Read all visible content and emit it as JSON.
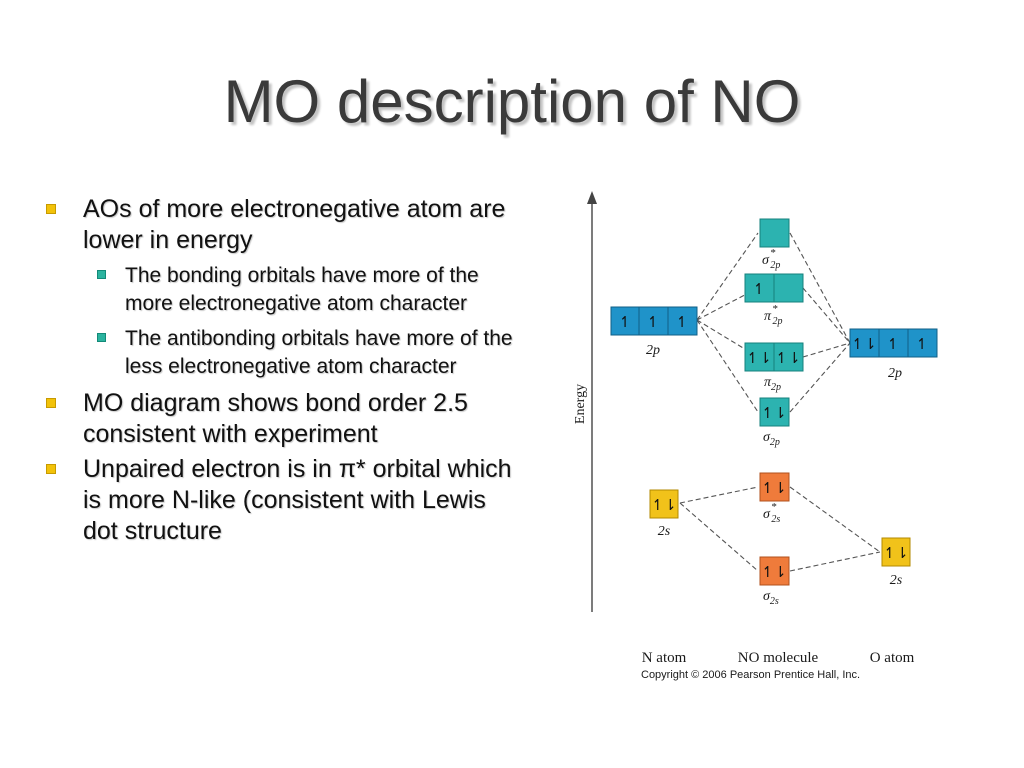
{
  "title": "MO description of NO",
  "bullets": [
    {
      "text": "AOs of more electronegative atom are lower in energy",
      "sub": [
        "The bonding orbitals have more of the more electronegative atom character",
        "The antibonding orbitals have more of the less electronegative atom character"
      ]
    },
    {
      "text": "MO diagram shows bond order 2.5 consistent with experiment",
      "sub": []
    },
    {
      "text": "Unpaired electron is in π* orbital which is more N-like (consistent with Lewis dot structure",
      "sub": []
    }
  ],
  "diagram": {
    "axis_label": "Energy",
    "n_2p": {
      "label": "2p",
      "occupancy": [
        "↿",
        "↿",
        "↿"
      ]
    },
    "o_2p": {
      "label": "2p",
      "occupancy": [
        "↿⇂",
        "↿",
        "↿"
      ]
    },
    "n_2s": {
      "label": "2s",
      "occupancy": "↿⇂"
    },
    "o_2s": {
      "label": "2s",
      "occupancy": "↿⇂"
    },
    "sigma_star_2p": {
      "label": "σ",
      "sub": "2p",
      "star": "*",
      "occupancy": ""
    },
    "pi_star_2p": {
      "label": "π",
      "sub": "2p",
      "star": "*",
      "occupancy": [
        "↿",
        ""
      ]
    },
    "pi_2p": {
      "label": "π",
      "sub": "2p",
      "occupancy": [
        "↿⇂",
        "↿⇂"
      ]
    },
    "sigma_2p": {
      "label": "σ",
      "sub": "2p",
      "occupancy": "↿⇂"
    },
    "sigma_star_2s": {
      "label": "σ",
      "sub": "2s",
      "star": "*",
      "occupancy": "↿⇂"
    },
    "sigma_2s": {
      "label": "σ",
      "sub": "2s",
      "occupancy": "↿⇂"
    },
    "column_labels": {
      "n_atom": "N atom",
      "no_molecule": "NO molecule",
      "o_atom": "O atom"
    },
    "copyright": "Copyright © 2006 Pearson Prentice Hall, Inc.",
    "colors": {
      "p_atomic": "#1f93c9",
      "p_mo": "#2cb3b0",
      "s_atomic": "#f1c21a",
      "s_mo": "#ef7b3b",
      "bullet_main": "#f2c20a",
      "bullet_sub": "#2bb39f"
    }
  }
}
